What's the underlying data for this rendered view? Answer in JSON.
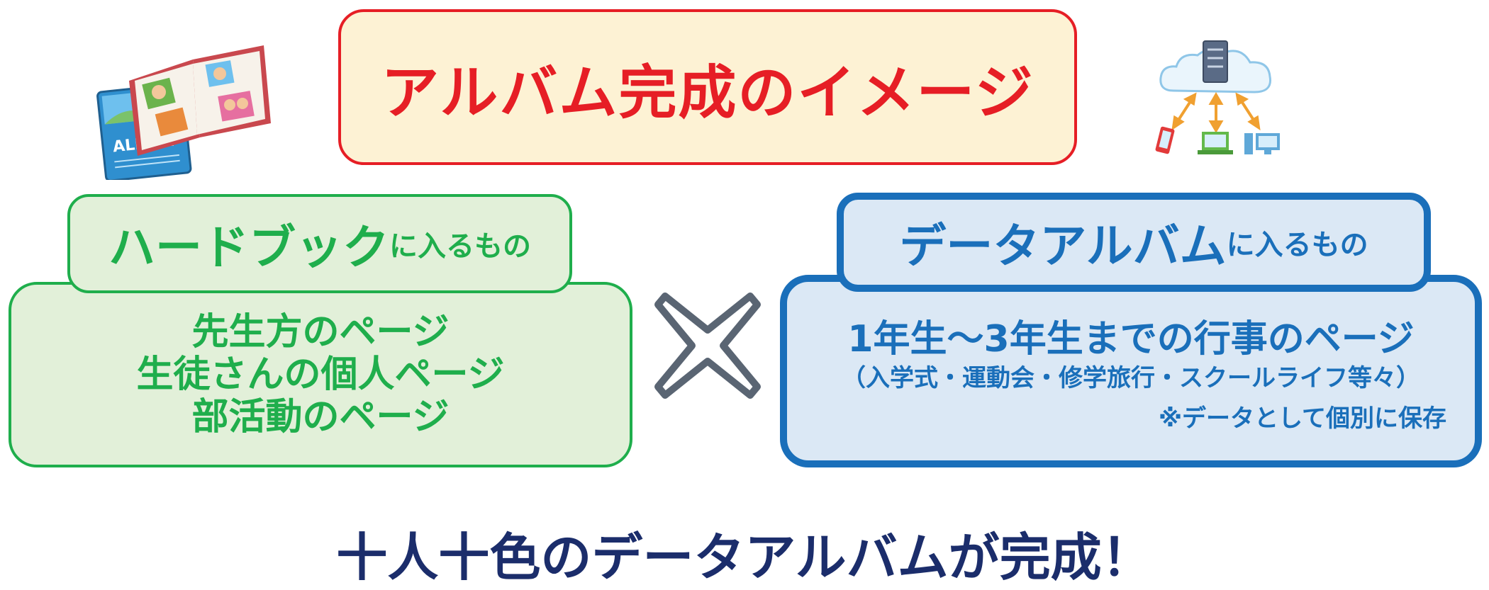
{
  "title": "アルバム完成のイメージ",
  "hardbook": {
    "heading_main": "ハードブック",
    "heading_suffix": "に入るもの",
    "lines": [
      "先生方のページ",
      "生徒さんの個人ページ",
      "部活動のページ"
    ]
  },
  "dataalbum": {
    "heading_main": "データアルバム",
    "heading_suffix": "に入るもの",
    "line1": "1年生～3年生までの行事のページ",
    "line2": "（入学式・運動会・修学旅行・スクールライフ等々）",
    "note": "※データとして個別に保存"
  },
  "illustrations": {
    "album_cover_label": "ALBUM"
  },
  "bottom": "十人十色のデータアルバムが完成！",
  "colors": {
    "title_red": "#e61e25",
    "title_bg": "#fdf2d4",
    "green": "#1fae4c",
    "green_bg": "#e2f0d9",
    "blue": "#1a6fba",
    "blue_bg": "#dbe8f5",
    "cross": "#5a6573",
    "bottom_navy": "#1b2d6b"
  },
  "icons": [
    "album-book-icon",
    "cloud-server-icon",
    "cross-icon"
  ]
}
